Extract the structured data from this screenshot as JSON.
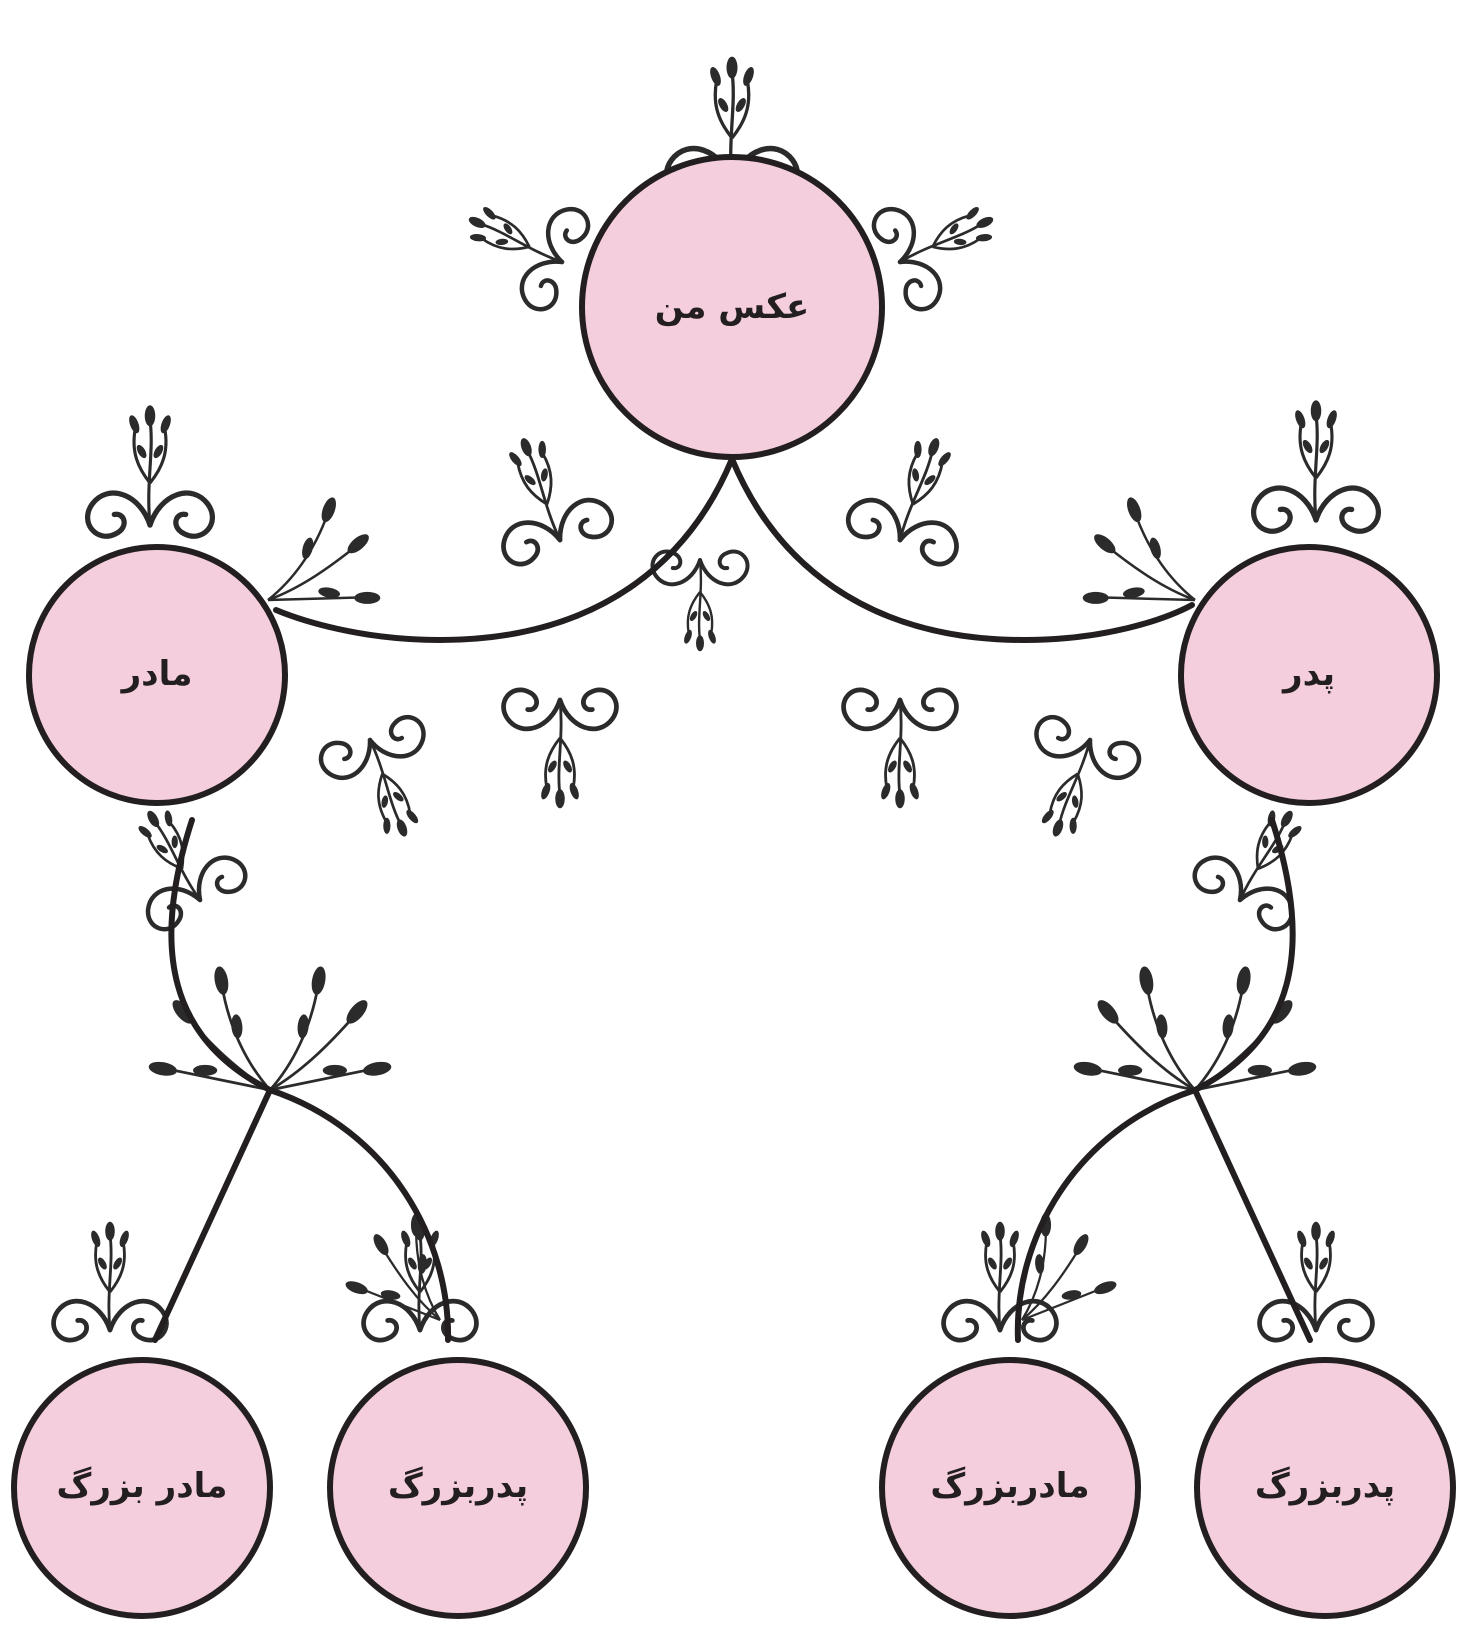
{
  "colors": {
    "node_fill": "#f5cedd",
    "stroke": "#231f20",
    "ornament": "#2b2b2b",
    "background": "#ffffff"
  },
  "ornament_icon": "floral-swirl-icon",
  "nodes": {
    "me": {
      "label": "عکس من"
    },
    "mother": {
      "label": "مادر"
    },
    "father": {
      "label": "پدر"
    },
    "maternal_grandmother": {
      "label": "مادر بزرگ"
    },
    "maternal_grandfather": {
      "label": "پدربزرگ"
    },
    "paternal_grandmother": {
      "label": "مادربزرگ"
    },
    "paternal_grandfather": {
      "label": "پدربزرگ"
    }
  }
}
